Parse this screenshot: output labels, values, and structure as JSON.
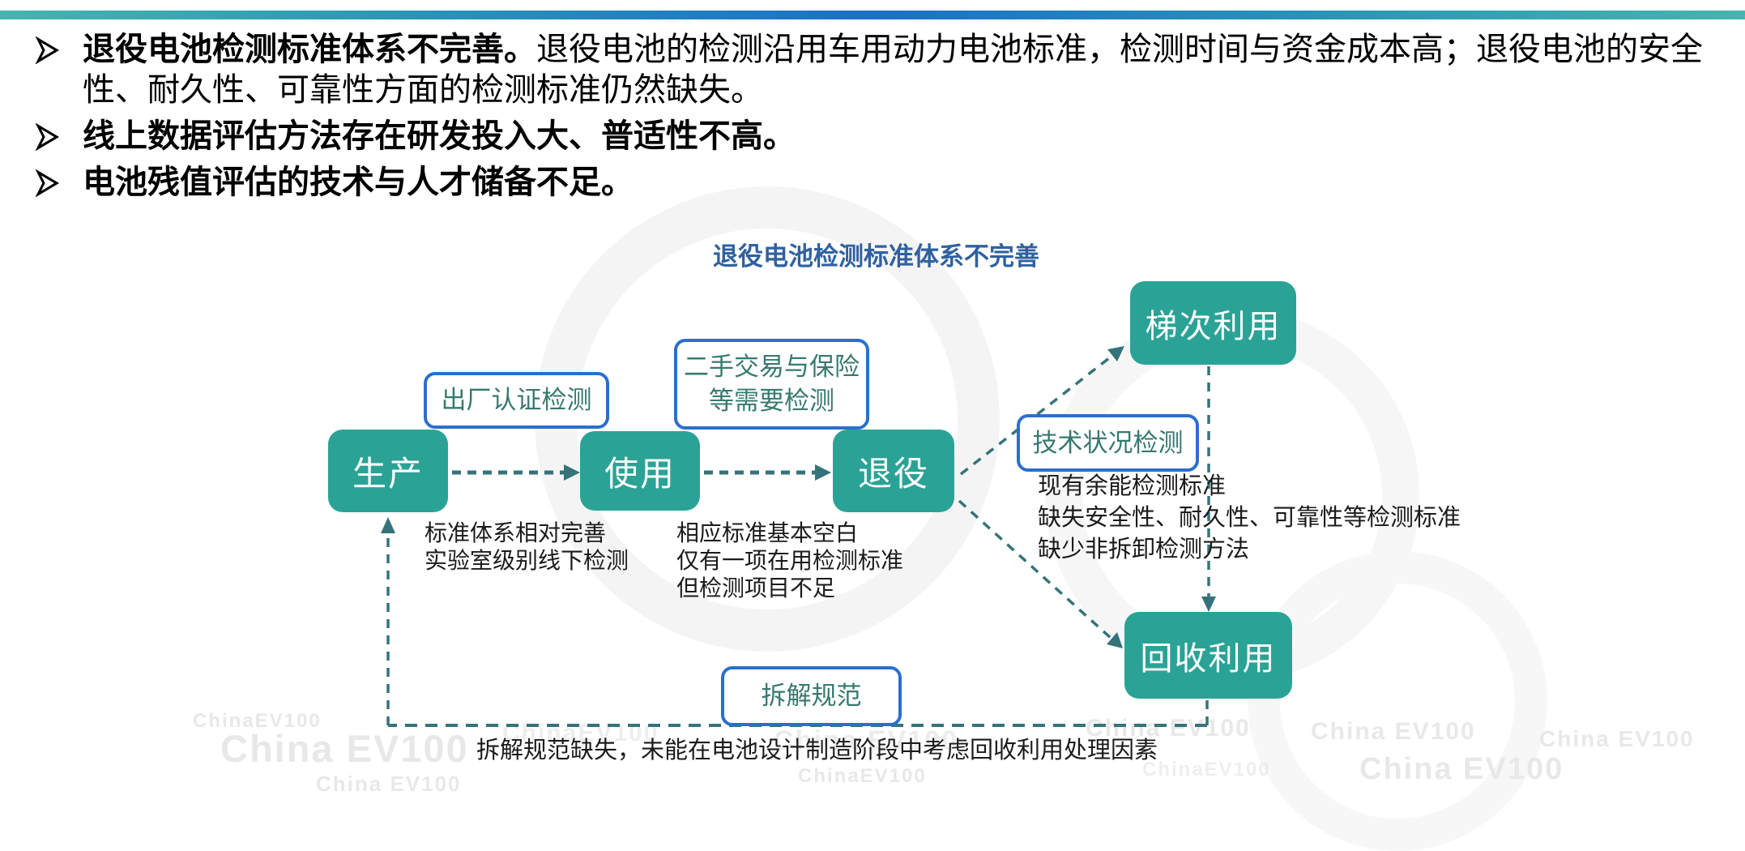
{
  "page": {
    "accent_colors": [
      "#45b5ae",
      "#1b6fc7",
      "#45b5ae"
    ],
    "watermark_text": "China EV100",
    "watermark_text_compact": "ChinaEV100"
  },
  "bullets": {
    "items": [
      {
        "lead": "退役电池检测标准体系不完善。",
        "rest": "退役电池的检测沿用车用动力电池标准，检测时间与资金成本高；退役电池的安全性、耐久性、可靠性方面的检测标准仍然缺失。"
      },
      {
        "lead": "线上数据评估方法存在研发投入大、普适性不高。",
        "rest": ""
      },
      {
        "lead": "电池残值评估的技术与人才储备不足。",
        "rest": ""
      }
    ]
  },
  "diagram": {
    "title": "退役电池检测标准体系不完善",
    "nodes": {
      "production": "生产",
      "use": "使用",
      "retire": "退役",
      "cascade": "梯次利用",
      "recycle": "回收利用"
    },
    "labels": {
      "factory_test": "出厂认证检测",
      "secondhand_test": "二手交易与保险等需要检测",
      "tech_status_test": "技术状况检测",
      "dismantle_spec": "拆解规范"
    },
    "notes": {
      "production_use": [
        "标准体系相对完善",
        "实验室级别线下检测"
      ],
      "use_retire": [
        "相应标准基本空白",
        "仅有一项在用检测标准",
        "但检测项目不足"
      ],
      "retire_branch": [
        "现有余能检测标准",
        "缺失安全性、耐久性、可靠性等检测标准",
        "缺少非拆卸检测方法"
      ],
      "bottom": "拆解规范缺失，未能在电池设计制造阶段中考虑回收利用处理因素"
    },
    "colors": {
      "node_fill": "#2aa396",
      "node_text": "#ffffff",
      "label_border": "#2a6fce",
      "label_text": "#37796f",
      "connector": "#35737a",
      "title": "#30619f"
    }
  }
}
